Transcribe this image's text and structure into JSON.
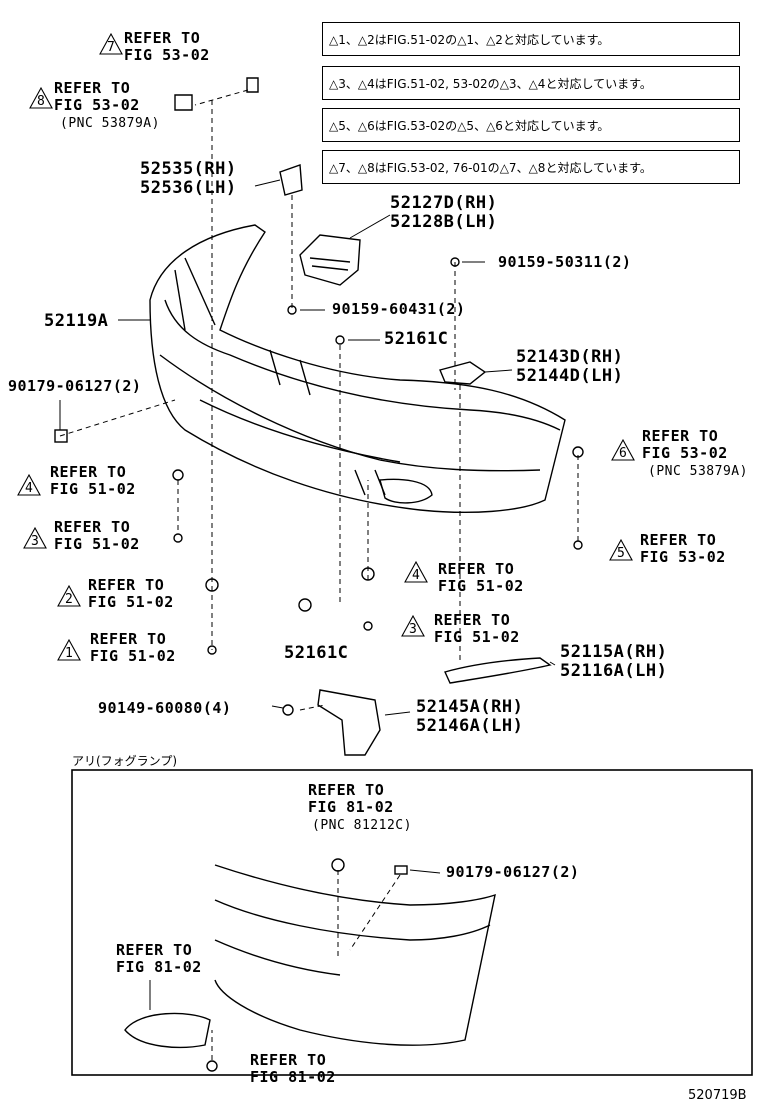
{
  "notes": [
    {
      "a": "1",
      "b": "2",
      "text": "はFIG.51-02の",
      "a2": "1",
      "b2": "2",
      "tail": "と対応しています。"
    },
    {
      "a": "3",
      "b": "4",
      "text": "はFIG.51-02, 53-02の",
      "a2": "3",
      "b2": "4",
      "tail": "と対応しています。"
    },
    {
      "a": "5",
      "b": "6",
      "text": "はFIG.53-02の",
      "a2": "5",
      "b2": "6",
      "tail": "と対応しています。"
    },
    {
      "a": "7",
      "b": "8",
      "text": "はFIG.53-02, 76-01の",
      "a2": "7",
      "b2": "8",
      "tail": "と対応しています。"
    }
  ],
  "refs": {
    "r7": {
      "tri": "7",
      "text": "REFER TO\nFIG 53-02"
    },
    "r8": {
      "tri": "8",
      "text": "REFER TO\nFIG 53-02",
      "sub": "(PNC 53879A)"
    },
    "r4a": {
      "tri": "4",
      "text": "REFER TO\nFIG 51-02"
    },
    "r3a": {
      "tri": "3",
      "text": "REFER TO\nFIG 51-02"
    },
    "r2": {
      "tri": "2",
      "text": "REFER TO\nFIG 51-02"
    },
    "r1": {
      "tri": "1",
      "text": "REFER TO\nFIG 51-02"
    },
    "r6": {
      "tri": "6",
      "text": "REFER TO\nFIG 53-02",
      "sub": "(PNC 53879A)"
    },
    "r5": {
      "tri": "5",
      "text": "REFER TO\nFIG 53-02"
    },
    "r4b": {
      "tri": "4",
      "text": "REFER TO\nFIG 51-02"
    },
    "r3b": {
      "tri": "3",
      "text": "REFER TO\nFIG 51-02"
    }
  },
  "parts": {
    "p52535": "52535(RH)\n52536(LH)",
    "p52127": "52127D(RH)\n52128B(LH)",
    "p90159a": "90159-50311(2)",
    "p90159b": "90159-60431(2)",
    "p52119": "52119A",
    "p52161a": "52161C",
    "p52143": "52143D(RH)\n52144D(LH)",
    "p90179": "90179-06127(2)",
    "p52161b": "52161C",
    "p52115": "52115A(RH)\n52116A(LH)",
    "p90149": "90149-60080(4)",
    "p52145": "52145A(RH)\n52146A(LH)"
  },
  "inset": {
    "caption": "アリ(フォグランプ)",
    "ref_top": "REFER TO\nFIG 81-02",
    "ref_top_sub": "(PNC 81212C)",
    "part": "90179-06127(2)",
    "ref_left": "REFER TO\nFIG 81-02",
    "ref_bottom": "REFER TO\nFIG 81-02"
  },
  "figure_id": "520719B"
}
